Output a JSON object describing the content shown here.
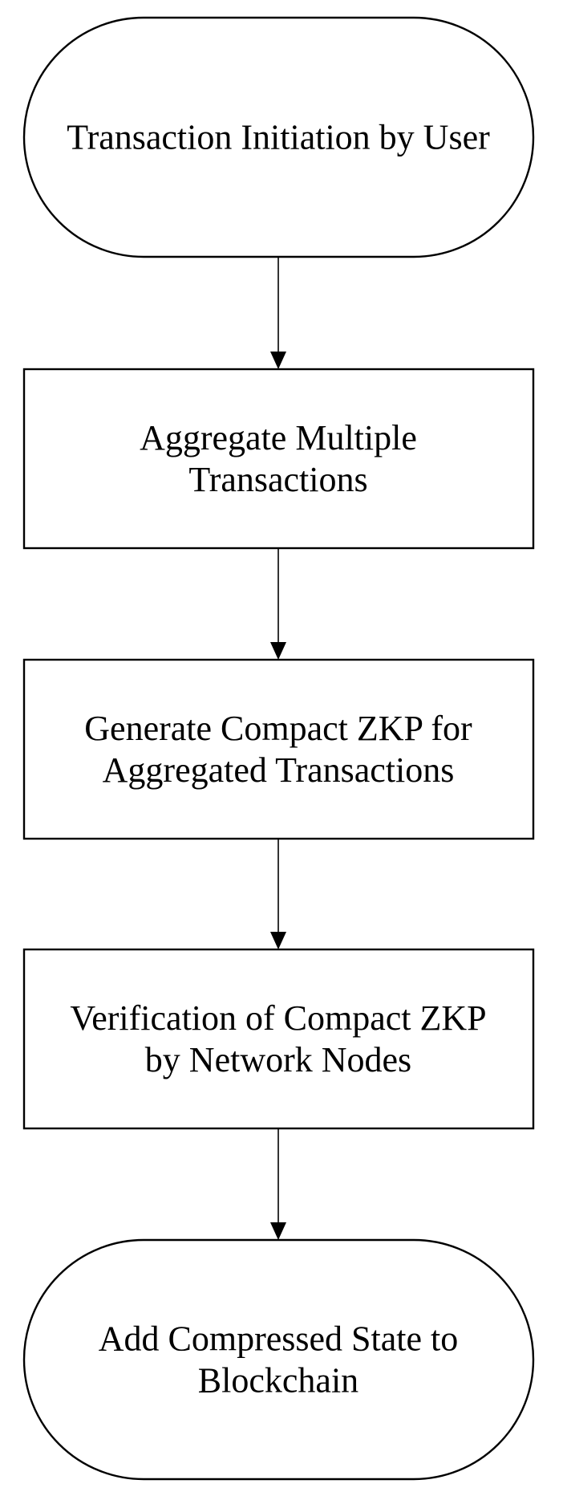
{
  "diagram": {
    "type": "flowchart",
    "direction": "top-to-bottom",
    "colors": {
      "background": "#ffffff",
      "stroke": "#000000",
      "text": "#000000"
    },
    "nodes": [
      {
        "id": "n1",
        "shape": "terminal",
        "lines": [
          "Transaction Initiation by User"
        ]
      },
      {
        "id": "n2",
        "shape": "process",
        "lines": [
          "Aggregate Multiple",
          "Transactions"
        ]
      },
      {
        "id": "n3",
        "shape": "process",
        "lines": [
          "Generate Compact ZKP for",
          "Aggregated Transactions"
        ]
      },
      {
        "id": "n4",
        "shape": "process",
        "lines": [
          "Verification of Compact ZKP",
          "by Network Nodes"
        ]
      },
      {
        "id": "n5",
        "shape": "terminal",
        "lines": [
          "Add Compressed State to",
          "Blockchain"
        ]
      }
    ],
    "edges": [
      {
        "from": "n1",
        "to": "n2"
      },
      {
        "from": "n2",
        "to": "n3"
      },
      {
        "from": "n3",
        "to": "n4"
      },
      {
        "from": "n4",
        "to": "n5"
      }
    ]
  }
}
